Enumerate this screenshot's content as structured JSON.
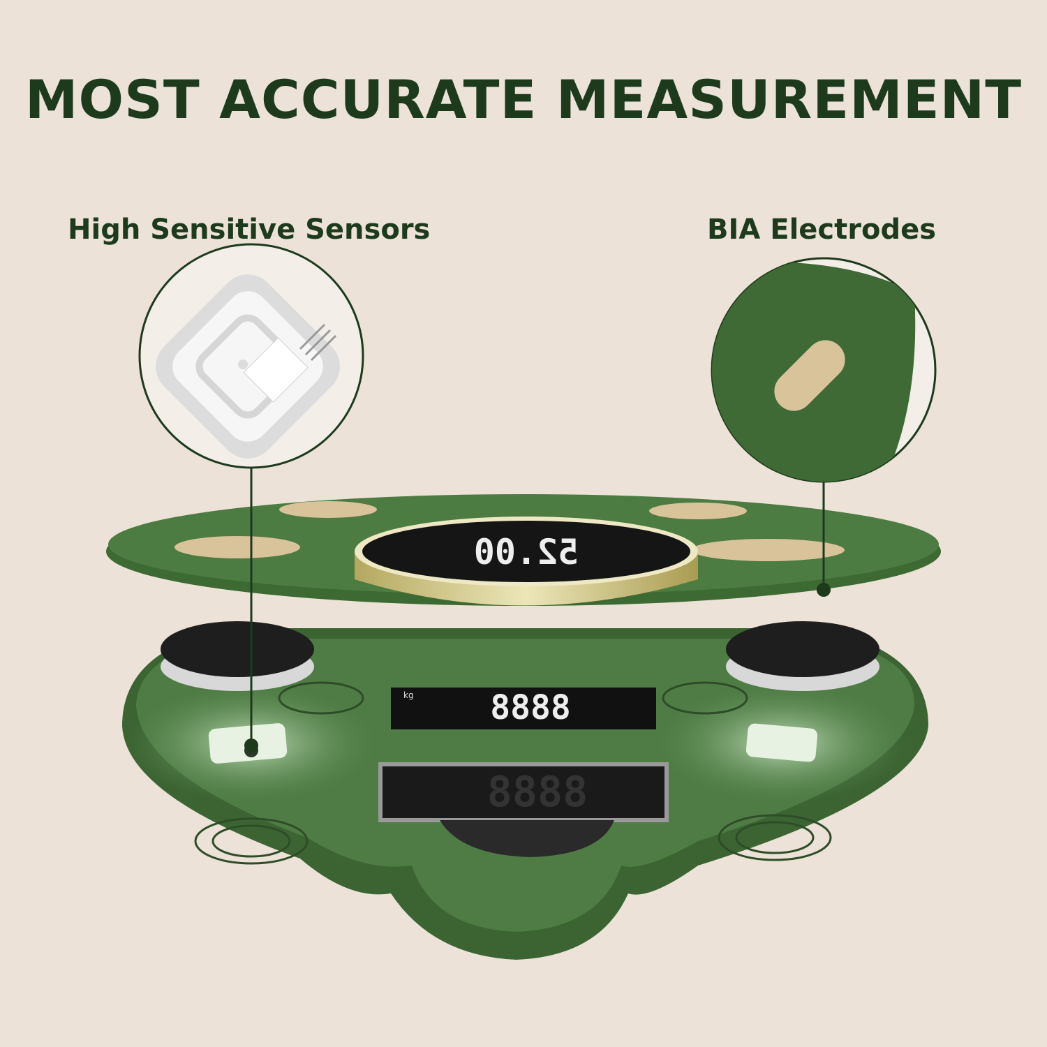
{
  "headline": "MOST ACCURATE MEASUREMENT",
  "callouts": {
    "left": {
      "label": "High Sensitive Sensors",
      "icon": "load-sensor-icon"
    },
    "right": {
      "label": "BIA Electrodes",
      "icon": "electrode-pad-icon"
    }
  },
  "top_display": {
    "reading": "52.00"
  },
  "inner_lcd": {
    "reading": "8888",
    "unit": "kg"
  },
  "colors": {
    "background": "#ece2d8",
    "text": "#1d3a1c",
    "scale_green": "#3f6b35",
    "electrode_gold": "#d9c39a",
    "ring_gold": "#cfc68a"
  }
}
